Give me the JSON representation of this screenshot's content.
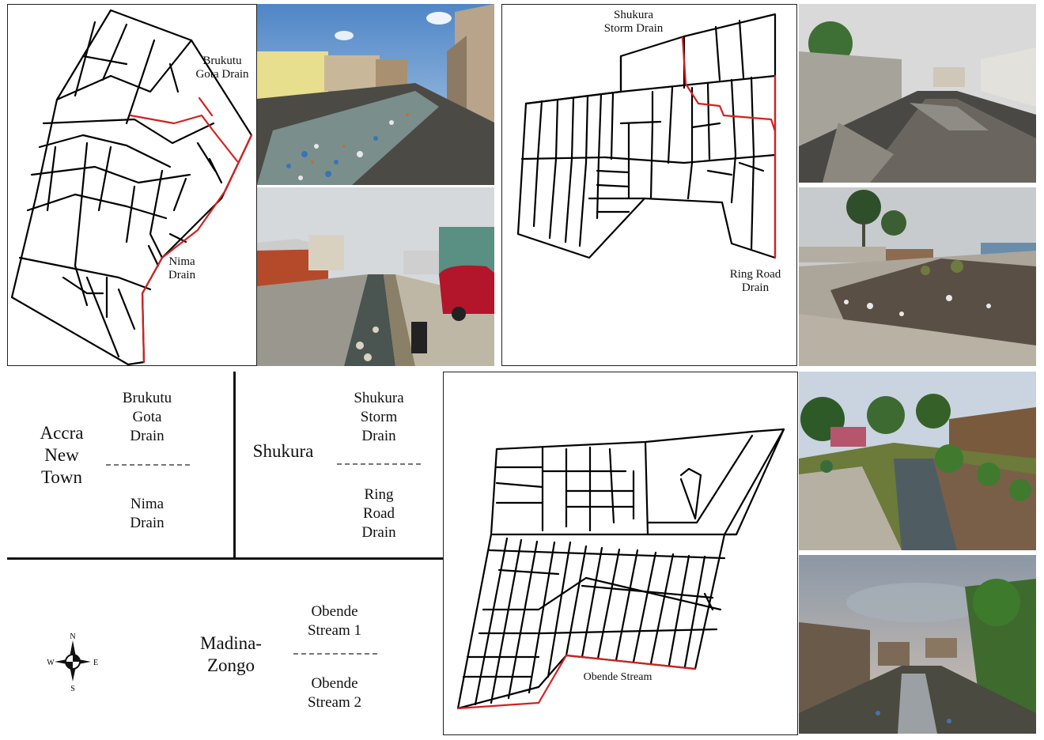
{
  "maps": {
    "accra_new_town": {
      "drain_labels": [
        "Brukutu\nGota Drain",
        "Nima\nDrain"
      ]
    },
    "shukura": {
      "drain_labels": [
        "Shukura\nStorm Drain",
        "Ring Road\nDrain"
      ]
    },
    "madina_zongo": {
      "drain_labels": [
        "Obende Stream"
      ]
    }
  },
  "legend": {
    "rows": [
      {
        "community": "Accra\nNew\nTown",
        "drain_a": "Brukutu\nGota\nDrain",
        "drain_b": "Nima\nDrain"
      },
      {
        "community": "Shukura",
        "drain_a": "Shukura\nStorm\nDrain",
        "drain_b": "Ring\nRoad\nDrain"
      },
      {
        "community": "Madina-\nZongo",
        "drain_a": "Obende\nStream 1",
        "drain_b": "Obende\nStream 2"
      }
    ],
    "compass": {
      "n": "N",
      "s": "S",
      "e": "E",
      "w": "W",
      "icon": "compass-rose-icon"
    }
  },
  "colors": {
    "drain": "#d42020",
    "road": "#000000"
  }
}
